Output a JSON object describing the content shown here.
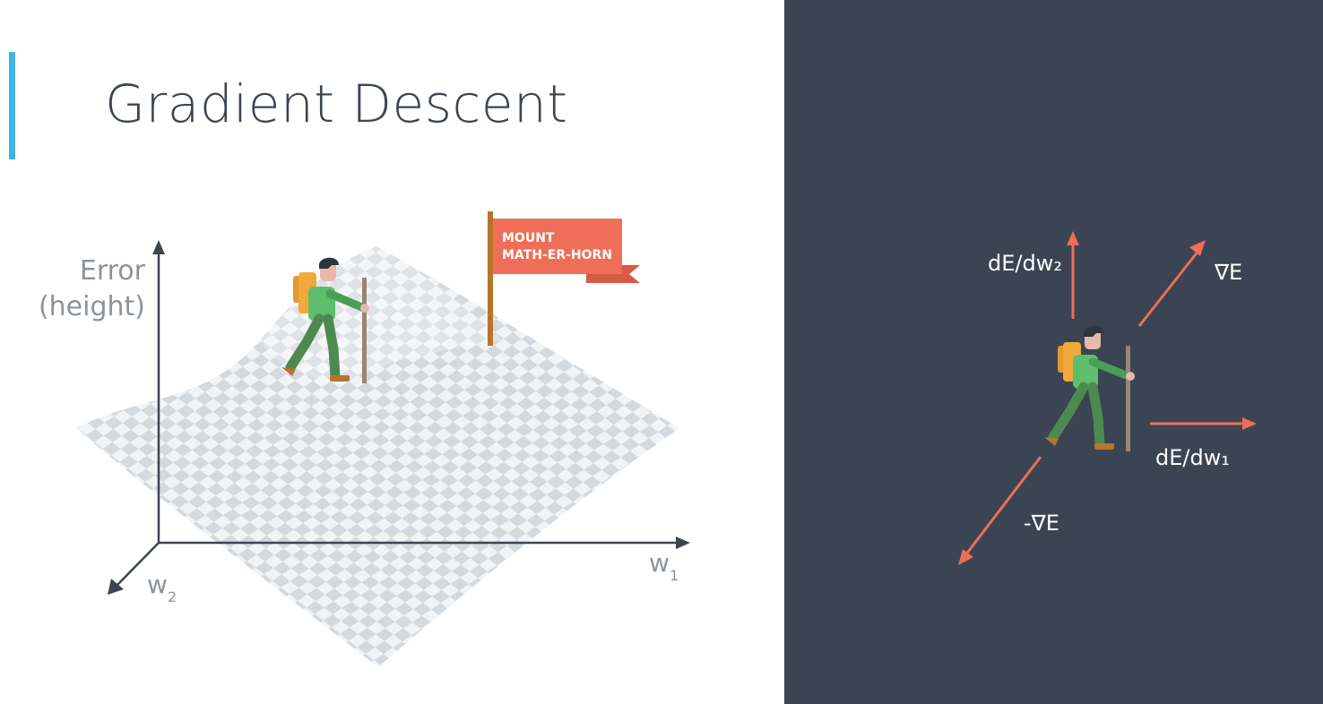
{
  "title": "Gradient Descent",
  "left_panel": {
    "y_axis_label_line1": "Error",
    "y_axis_label_line2": "(height)",
    "x_axis_label": "w",
    "x_axis_subscript": "1",
    "z_axis_label": "w",
    "z_axis_subscript": "2",
    "flag_line1": "MOUNT",
    "flag_line2": "MATH-ER-HORN"
  },
  "right_panel": {
    "dE_dw2_label": "dE/dw₂",
    "grad_label": "∇E",
    "dE_dw1_label": "dE/dw₁",
    "neg_grad_label": "-∇E"
  },
  "colors": {
    "accent": "#3fb4e3",
    "arrow": "#ee6e57",
    "flag": "#ee6e57",
    "dark_panel": "#3b4453",
    "axis": "#3d4452"
  }
}
